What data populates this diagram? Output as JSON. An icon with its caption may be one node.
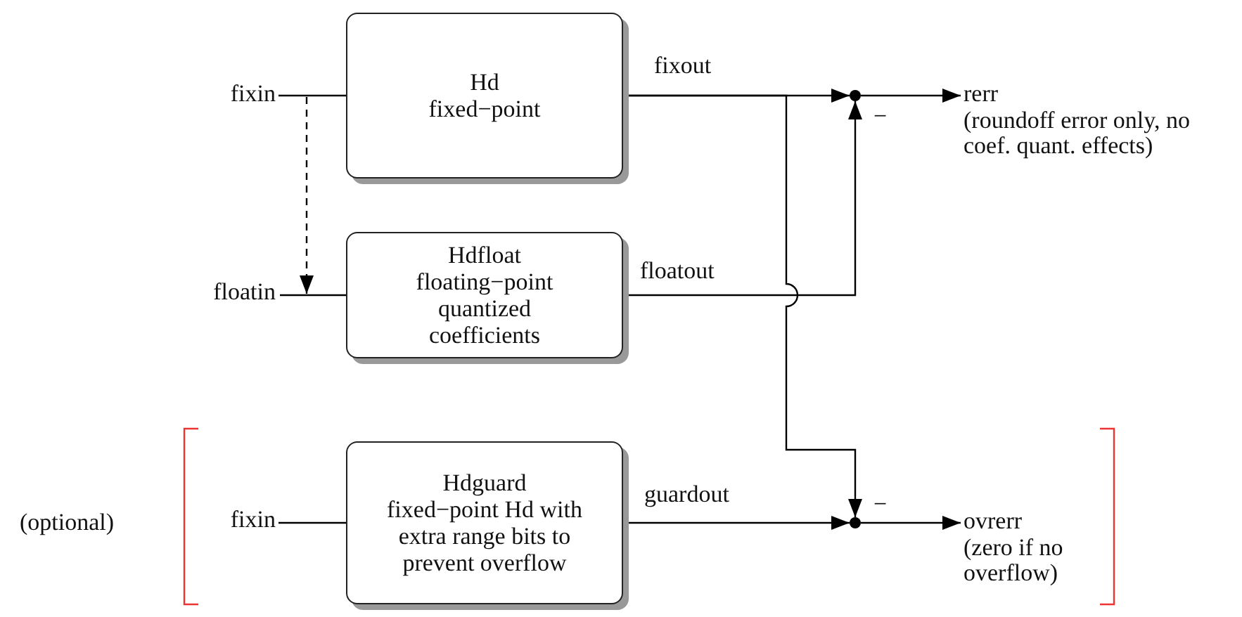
{
  "diagram": {
    "nodes": [
      {
        "text": [
          "fixin"
        ]
      },
      {
        "text": [
          "Hd",
          "fixed−point"
        ]
      },
      {
        "text": [
          "floatin"
        ]
      },
      {
        "text": [
          "Hdfloat",
          "floating−point quantized coefficients"
        ]
      },
      {
        "text": [
          "fixin"
        ]
      },
      {
        "text": [
          "Hdguard",
          "fixed−point Hd with extra range bits to prevent overflow"
        ]
      },
      {
        "text": [],
        "shape": "circle"
      },
      {
        "text": [
          "rerr",
          "(roundoff error only, no coef. quant. effects)"
        ]
      },
      {
        "text": [],
        "shape": "circle"
      },
      {
        "text": [
          "ovrerr",
          "(zero if no overflow)"
        ]
      }
    ],
    "edges": [
      {
        "from": 0,
        "to": 1,
        "arrow": "none"
      },
      {
        "from": 0,
        "to": 2,
        "arrow": "to",
        "style": "dashed"
      },
      {
        "from": 2,
        "to": 3,
        "arrow": "none"
      },
      {
        "from": 4,
        "to": 5,
        "arrow": "none"
      },
      {
        "from": 1,
        "to": 6,
        "arrow": "to",
        "label": "fixout"
      },
      {
        "from": 1,
        "to": 8,
        "arrow": "to"
      },
      {
        "from": 3,
        "to": 6,
        "arrow": "to",
        "label": "floatout"
      },
      {
        "from": 5,
        "to": 8,
        "arrow": "to",
        "label": "guardout"
      },
      {
        "from": 6,
        "to": 7,
        "arrow": "to"
      },
      {
        "from": 8,
        "to": 9,
        "arrow": "to"
      }
    ],
    "labels": [
      "−",
      "(optional)",
      "−"
    ]
  }
}
